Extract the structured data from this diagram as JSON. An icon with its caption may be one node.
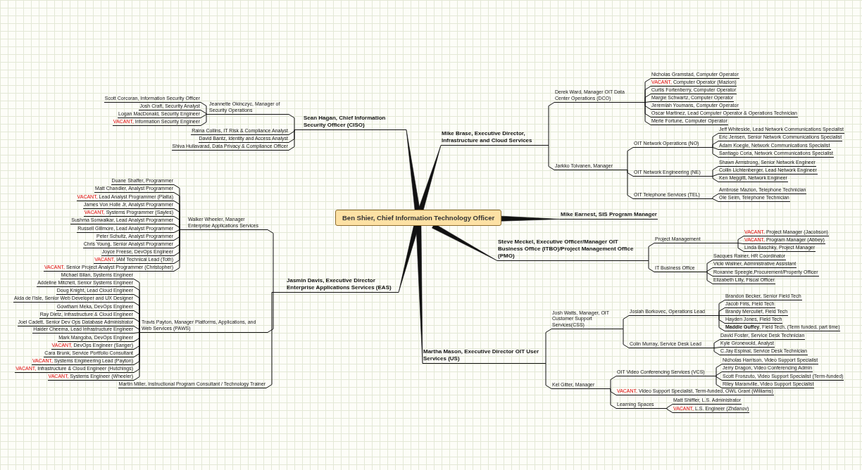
{
  "diagram": {
    "nodes": [
      {
        "text": [
          "Ben Shier, Chief Information Technology Officer"
        ]
      },
      {
        "text": [
          "Sean Hagan, Chief Information Security Officer (CISO)"
        ]
      },
      {
        "text": [
          "Jeannette Okinczyc, Manager of Security Operations"
        ]
      },
      {
        "text": [
          "Scott Corcoran, Information Security Officer"
        ]
      },
      {
        "text": [
          "Josh Craft, Security Analyst"
        ]
      },
      {
        "text": [
          "Logan MacDonald, Security Engineer"
        ]
      },
      {
        "text": [
          "VACANT,",
          "Information Security Engineer"
        ]
      },
      {
        "text": [
          "Raina Collins, IT Risk & Compliance Analyst"
        ]
      },
      {
        "text": [
          "David Bantz, Identity and Access Analyst"
        ]
      },
      {
        "text": [
          "Shiva Hullavarad, Data Privacy & Compliance Officer"
        ]
      },
      {
        "text": [
          "Mike Brase, Executive Director, Infrastructure and Cloud Services"
        ]
      },
      {
        "text": [
          "Derek Ward, Manager OIT Data Center Operations (DCO)"
        ]
      },
      {
        "text": [
          "Nicholas Gramstad, Computer Operator"
        ]
      },
      {
        "text": [
          "VACANT,",
          "Computer Operator (Mazion)"
        ]
      },
      {
        "text": [
          "Curtis Fortenberry, Computer Operator"
        ]
      },
      {
        "text": [
          "Margie Schwartz, Computer Operator"
        ]
      },
      {
        "text": [
          "Jeremiah Youmans, Computer Operator"
        ]
      },
      {
        "text": [
          "Oscar Martinez, Lead Computer Operator & Operations Technician"
        ]
      },
      {
        "text": [
          "Merle Fortune, Computer Operator"
        ]
      },
      {
        "text": [
          "Jarkko Tolvanen, Manager"
        ]
      },
      {
        "text": [
          "OIT Network Operations (NO)"
        ]
      },
      {
        "text": [
          "Jeff Whiteside, Lead Network Communications Specialist"
        ]
      },
      {
        "text": [
          "Eric Jensen, Senior Network Communications Specialist"
        ]
      },
      {
        "text": [
          "Adam Koegle, Network Communications Specialist"
        ]
      },
      {
        "text": [
          "Santiago Coria, Network Communications Specialist"
        ]
      },
      {
        "text": [
          "OIT Network Engineering (NE)"
        ]
      },
      {
        "text": [
          "Shawn Armstrong, Senior Network Engineer"
        ]
      },
      {
        "text": [
          "Collin Lichtenberger, Lead Network Engineer"
        ]
      },
      {
        "text": [
          "Ken Meggitt, Network Engineer"
        ]
      },
      {
        "text": [
          "OIT Telephone Services (TEL)"
        ]
      },
      {
        "text": [
          "Ambrose Mazion, Telephone Technician"
        ]
      },
      {
        "text": [
          "Ole Seim, Telephone Technician"
        ]
      },
      {
        "text": [
          "Mike Earnest, SIS Program Manager"
        ]
      },
      {
        "text": [
          "Steve Meckel, Executive Officer/Manager OIT Business Office (ITBO)/Project Management Office (PMO)"
        ]
      },
      {
        "text": [
          "Project Management"
        ]
      },
      {
        "text": [
          "VACANT,",
          "Project Manager (Jacobson)"
        ]
      },
      {
        "text": [
          "VACANT,",
          "Program Manager (Abbey)"
        ]
      },
      {
        "text": [
          "Linda Baschky, Project Manager"
        ]
      },
      {
        "text": [
          "IT Business Office"
        ]
      },
      {
        "text": [
          "Sacques Rainer, HR Coordinator"
        ]
      },
      {
        "text": [
          "Vicki Wallner, Administrative Assistant"
        ]
      },
      {
        "text": [
          "Roxanne Speegle,Procurement/Property Officer"
        ]
      },
      {
        "text": [
          "Elizabeth Lilly, Fiscal Officer"
        ]
      },
      {
        "text": [
          "Martha Mason, Executive Director OIT User Services (US)"
        ]
      },
      {
        "text": [
          "Josh Watts, Manager, OIT Customer Support Services(CSS)"
        ]
      },
      {
        "text": [
          "Josiah Borkovec, Operations Lead"
        ]
      },
      {
        "text": [
          "Brandon Becker, Senior Field Tech"
        ]
      },
      {
        "text": [
          "Jacob Firis, Field Tech"
        ]
      },
      {
        "text": [
          "Brandy Merculief, Field Tech"
        ]
      },
      {
        "text": [
          "Hayden Jones, Field Tech"
        ]
      },
      {
        "text": [
          "**Maddie Guffey**, Field Tech, (Term funded, part time)"
        ]
      },
      {
        "text": [
          "Colin Murray, Service Desk Lead"
        ]
      },
      {
        "text": [
          "David Foster, Service Desk Technician"
        ]
      },
      {
        "text": [
          "Kyle Gronewold, Analyst"
        ]
      },
      {
        "text": [
          "C.Jay Espinal, Service Desk Technician"
        ]
      },
      {
        "text": [
          "Kel Gitter, Manager"
        ]
      },
      {
        "text": [
          "OIT Video Conferencing Services (VCS)"
        ]
      },
      {
        "text": [
          "Nicholas Harrison, Video Support Specialist"
        ]
      },
      {
        "text": [
          "Jerry Dragon, Video Conferencing Admin"
        ]
      },
      {
        "text": [
          "Scott Fronzuto, Video Support Specialist (Term-funded)"
        ]
      },
      {
        "text": [
          "Riley Maranville, Video Support Specialist"
        ]
      },
      {
        "text": [
          "VACANT,",
          "Video Support Specialist, Term-funded, OWL Grant (Williams)"
        ]
      },
      {
        "text": [
          "Learning Spaces"
        ]
      },
      {
        "text": [
          "Matt Shiffler, L.S. Administrator"
        ]
      },
      {
        "text": [
          "VACANT,",
          "L.S. Engineer (Zhdanov)"
        ]
      },
      {
        "text": [
          "Jasmin Davis, Executive Director Enterprise Applications Services (EAS)"
        ]
      },
      {
        "text": [
          "Walker Wheeler, Manager Enterprise Applications Services"
        ]
      },
      {
        "text": [
          "Duane Shaffer, Programmer"
        ]
      },
      {
        "text": [
          "Matt Chandler, Analyst Programmer"
        ]
      },
      {
        "text": [
          "VACANT,",
          "Lead Analyst Programmer (Platta)"
        ]
      },
      {
        "text": [
          "James Von Holle Jr, Analyst Programmer"
        ]
      },
      {
        "text": [
          "VACANT,",
          "Systems Programmer (Sayles)"
        ]
      },
      {
        "text": [
          "Sushma Sonwalkar, Lead Analyst Programmer"
        ]
      },
      {
        "text": [
          "Russell Gillmore, Lead Analyst Programmer"
        ]
      },
      {
        "text": [
          "Peter Schultz, Analyst Programmer"
        ]
      },
      {
        "text": [
          "Chris Young, Senior Analyst Programmer"
        ]
      },
      {
        "text": [
          "Joyce Freese, DevOps Engineer"
        ]
      },
      {
        "text": [
          "VACANT,",
          "IAM Technical Lead (Toth)"
        ]
      },
      {
        "text": [
          "VACANT,",
          "Senior Project Analyst Programmer (Christopher)"
        ]
      },
      {
        "text": [
          "Travis Payton, Manager Platforms, Applications, and Web Services (PAWS)"
        ]
      },
      {
        "text": [
          "Michael Bilan, Systems Engineer"
        ]
      },
      {
        "text": [
          "Addeline Mitchell, Senior Systems Engineer"
        ]
      },
      {
        "text": [
          "Doug Knight, Lead Cloud Engineer"
        ]
      },
      {
        "text": [
          "Aida de l'Isle, Senior Web Developer and UX Designer"
        ]
      },
      {
        "text": [
          "Gowtham Meka, DevOps Engineer"
        ]
      },
      {
        "text": [
          "Ray Dietz, Infrastructure & Cloud Engineer"
        ]
      },
      {
        "text": [
          "Joel Cadett, Senior Dev Ops Database Administrator"
        ]
      },
      {
        "text": [
          "Haider Cheema, Lead Infrastructure Engineer"
        ]
      },
      {
        "text": [
          "Mark Mangoba, DevOps Engineer"
        ]
      },
      {
        "text": [
          "VACANT,",
          "DevOps Engineer (Sanger)"
        ]
      },
      {
        "text": [
          "Cara Brunk, Service Portfolio Consultant"
        ]
      },
      {
        "text": [
          "VACANT,",
          "Systems Engineering Lead (Payton)"
        ]
      },
      {
        "text": [
          "VACANT,",
          "Infrastructure & Cloud Engineer (Hutchings)"
        ]
      },
      {
        "text": [
          "VACANT,",
          "Systems Engineer (Wheeler)"
        ]
      },
      {
        "text": [
          "Martin Miller, Instructional Program Consultant / Technology Trainer"
        ]
      }
    ],
    "edges": [
      {
        "from": 0,
        "to": 1,
        "arrow": "none",
        "style": "thick"
      },
      {
        "from": 1,
        "to": 2,
        "arrow": "none"
      },
      {
        "from": 2,
        "to": 3,
        "arrow": "none"
      },
      {
        "from": 2,
        "to": 4,
        "arrow": "none"
      },
      {
        "from": 2,
        "to": 5,
        "arrow": "none"
      },
      {
        "from": 2,
        "to": 6,
        "arrow": "none"
      },
      {
        "from": 1,
        "to": 7,
        "arrow": "none"
      },
      {
        "from": 1,
        "to": 8,
        "arrow": "none"
      },
      {
        "from": 1,
        "to": 9,
        "arrow": "none"
      },
      {
        "from": 0,
        "to": 10,
        "arrow": "none",
        "style": "thick"
      },
      {
        "from": 10,
        "to": 11,
        "arrow": "none"
      },
      {
        "from": 11,
        "to": 12,
        "arrow": "none"
      },
      {
        "from": 11,
        "to": 13,
        "arrow": "none"
      },
      {
        "from": 11,
        "to": 14,
        "arrow": "none"
      },
      {
        "from": 11,
        "to": 15,
        "arrow": "none"
      },
      {
        "from": 11,
        "to": 16,
        "arrow": "none"
      },
      {
        "from": 11,
        "to": 17,
        "arrow": "none"
      },
      {
        "from": 11,
        "to": 18,
        "arrow": "none"
      },
      {
        "from": 10,
        "to": 19,
        "arrow": "none"
      },
      {
        "from": 19,
        "to": 20,
        "arrow": "none"
      },
      {
        "from": 20,
        "to": 21,
        "arrow": "none"
      },
      {
        "from": 20,
        "to": 22,
        "arrow": "none"
      },
      {
        "from": 20,
        "to": 23,
        "arrow": "none"
      },
      {
        "from": 20,
        "to": 24,
        "arrow": "none"
      },
      {
        "from": 19,
        "to": 25,
        "arrow": "none"
      },
      {
        "from": 25,
        "to": 26,
        "arrow": "none"
      },
      {
        "from": 25,
        "to": 27,
        "arrow": "none"
      },
      {
        "from": 25,
        "to": 28,
        "arrow": "none"
      },
      {
        "from": 19,
        "to": 29,
        "arrow": "none"
      },
      {
        "from": 29,
        "to": 30,
        "arrow": "none"
      },
      {
        "from": 29,
        "to": 31,
        "arrow": "none"
      },
      {
        "from": 0,
        "to": 32,
        "arrow": "none",
        "style": "thick"
      },
      {
        "from": 0,
        "to": 33,
        "arrow": "none",
        "style": "thick"
      },
      {
        "from": 33,
        "to": 34,
        "arrow": "none"
      },
      {
        "from": 34,
        "to": 35,
        "arrow": "none"
      },
      {
        "from": 34,
        "to": 36,
        "arrow": "none"
      },
      {
        "from": 34,
        "to": 37,
        "arrow": "none"
      },
      {
        "from": 33,
        "to": 38,
        "arrow": "none"
      },
      {
        "from": 38,
        "to": 39,
        "arrow": "none"
      },
      {
        "from": 38,
        "to": 40,
        "arrow": "none"
      },
      {
        "from": 38,
        "to": 41,
        "arrow": "none"
      },
      {
        "from": 38,
        "to": 42,
        "arrow": "none"
      },
      {
        "from": 0,
        "to": 43,
        "arrow": "none",
        "style": "thick"
      },
      {
        "from": 43,
        "to": 44,
        "arrow": "none"
      },
      {
        "from": 44,
        "to": 45,
        "arrow": "none"
      },
      {
        "from": 45,
        "to": 46,
        "arrow": "none"
      },
      {
        "from": 45,
        "to": 47,
        "arrow": "none"
      },
      {
        "from": 45,
        "to": 48,
        "arrow": "none"
      },
      {
        "from": 45,
        "to": 49,
        "arrow": "none"
      },
      {
        "from": 45,
        "to": 50,
        "arrow": "none"
      },
      {
        "from": 44,
        "to": 51,
        "arrow": "none"
      },
      {
        "from": 51,
        "to": 52,
        "arrow": "none"
      },
      {
        "from": 51,
        "to": 53,
        "arrow": "none"
      },
      {
        "from": 51,
        "to": 54,
        "arrow": "none"
      },
      {
        "from": 43,
        "to": 55,
        "arrow": "none"
      },
      {
        "from": 55,
        "to": 56,
        "arrow": "none"
      },
      {
        "from": 56,
        "to": 57,
        "arrow": "none"
      },
      {
        "from": 56,
        "to": 58,
        "arrow": "none"
      },
      {
        "from": 56,
        "to": 59,
        "arrow": "none"
      },
      {
        "from": 56,
        "to": 60,
        "arrow": "none"
      },
      {
        "from": 55,
        "to": 61,
        "arrow": "none"
      },
      {
        "from": 55,
        "to": 62,
        "arrow": "none"
      },
      {
        "from": 62,
        "to": 63,
        "arrow": "none"
      },
      {
        "from": 62,
        "to": 64,
        "arrow": "none"
      },
      {
        "from": 0,
        "to": 65,
        "arrow": "none",
        "style": "thick"
      },
      {
        "from": 65,
        "to": 66,
        "arrow": "none"
      },
      {
        "from": 66,
        "to": 67,
        "arrow": "none"
      },
      {
        "from": 66,
        "to": 68,
        "arrow": "none"
      },
      {
        "from": 66,
        "to": 69,
        "arrow": "none"
      },
      {
        "from": 66,
        "to": 70,
        "arrow": "none"
      },
      {
        "from": 66,
        "to": 71,
        "arrow": "none"
      },
      {
        "from": 66,
        "to": 72,
        "arrow": "none"
      },
      {
        "from": 66,
        "to": 73,
        "arrow": "none"
      },
      {
        "from": 66,
        "to": 74,
        "arrow": "none"
      },
      {
        "from": 66,
        "to": 75,
        "arrow": "none"
      },
      {
        "from": 66,
        "to": 76,
        "arrow": "none"
      },
      {
        "from": 66,
        "to": 77,
        "arrow": "none"
      },
      {
        "from": 66,
        "to": 78,
        "arrow": "none"
      },
      {
        "from": 65,
        "to": 79,
        "arrow": "none"
      },
      {
        "from": 79,
        "to": 80,
        "arrow": "none"
      },
      {
        "from": 79,
        "to": 81,
        "arrow": "none"
      },
      {
        "from": 79,
        "to": 82,
        "arrow": "none"
      },
      {
        "from": 79,
        "to": 83,
        "arrow": "none"
      },
      {
        "from": 79,
        "to": 84,
        "arrow": "none"
      },
      {
        "from": 79,
        "to": 85,
        "arrow": "none"
      },
      {
        "from": 79,
        "to": 86,
        "arrow": "none"
      },
      {
        "from": 79,
        "to": 87,
        "arrow": "none"
      },
      {
        "from": 79,
        "to": 88,
        "arrow": "none"
      },
      {
        "from": 79,
        "to": 89,
        "arrow": "none"
      },
      {
        "from": 79,
        "to": 90,
        "arrow": "none"
      },
      {
        "from": 79,
        "to": 91,
        "arrow": "none"
      },
      {
        "from": 79,
        "to": 92,
        "arrow": "none"
      },
      {
        "from": 79,
        "to": 93,
        "arrow": "none"
      },
      {
        "from": 65,
        "to": 94,
        "arrow": "none"
      }
    ]
  }
}
